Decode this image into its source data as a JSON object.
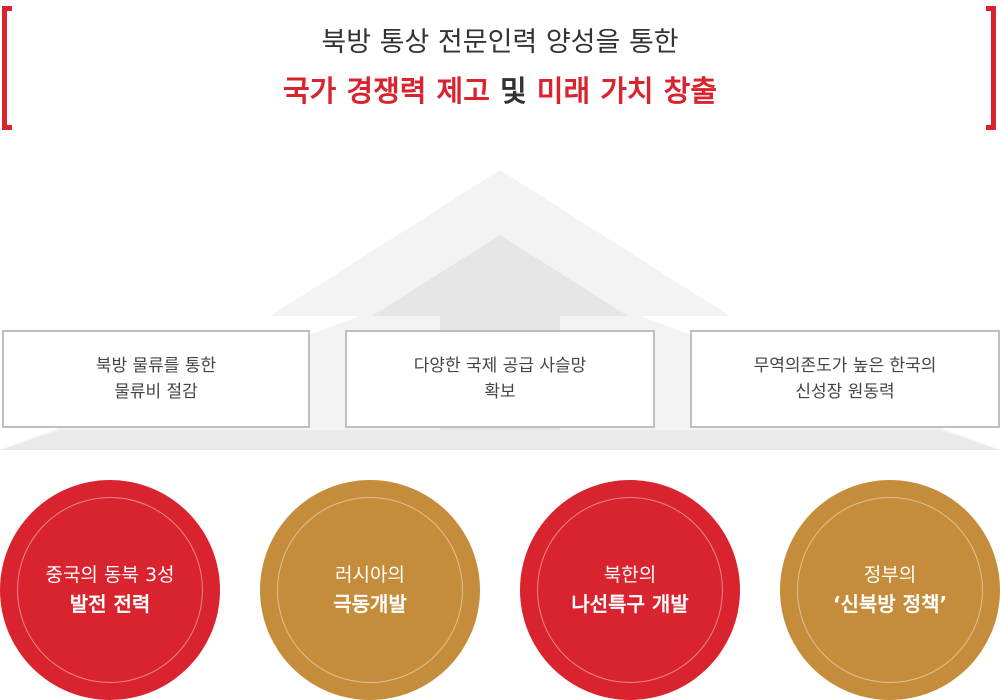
{
  "headline": {
    "line1": "북방 통상 전문인력 양성을 통한",
    "line2": [
      {
        "text": "국가 경쟁력 제고",
        "color": "red"
      },
      {
        "text": " 및 ",
        "color": "dark"
      },
      {
        "text": "미래 가치 창출",
        "color": "red"
      }
    ]
  },
  "boxes": [
    {
      "line1": "북방 물류를 통한",
      "line2": "물류비 절감"
    },
    {
      "line1": "다양한 국제 공급 사슬망",
      "line2": "확보"
    },
    {
      "line1": "무역의존도가 높은 한국의",
      "line2": "신성장 원동력"
    }
  ],
  "circles": [
    {
      "line1": "중국의 동북 3성",
      "line2": "발전 전력",
      "color": "#d9232e"
    },
    {
      "line1": "러시아의",
      "line2": "극동개발",
      "color": "#c58d3b"
    },
    {
      "line1": "북한의",
      "line2": "나선특구 개발",
      "color": "#d9232e"
    },
    {
      "line1": "정부의",
      "line2": "‘신북방 정책’",
      "color": "#c58d3b"
    }
  ],
  "colors": {
    "accent_red": "#d9232e",
    "accent_gold": "#c58d3b",
    "arrow_gray": "#ebebeb",
    "box_border": "#bfbfbf"
  }
}
